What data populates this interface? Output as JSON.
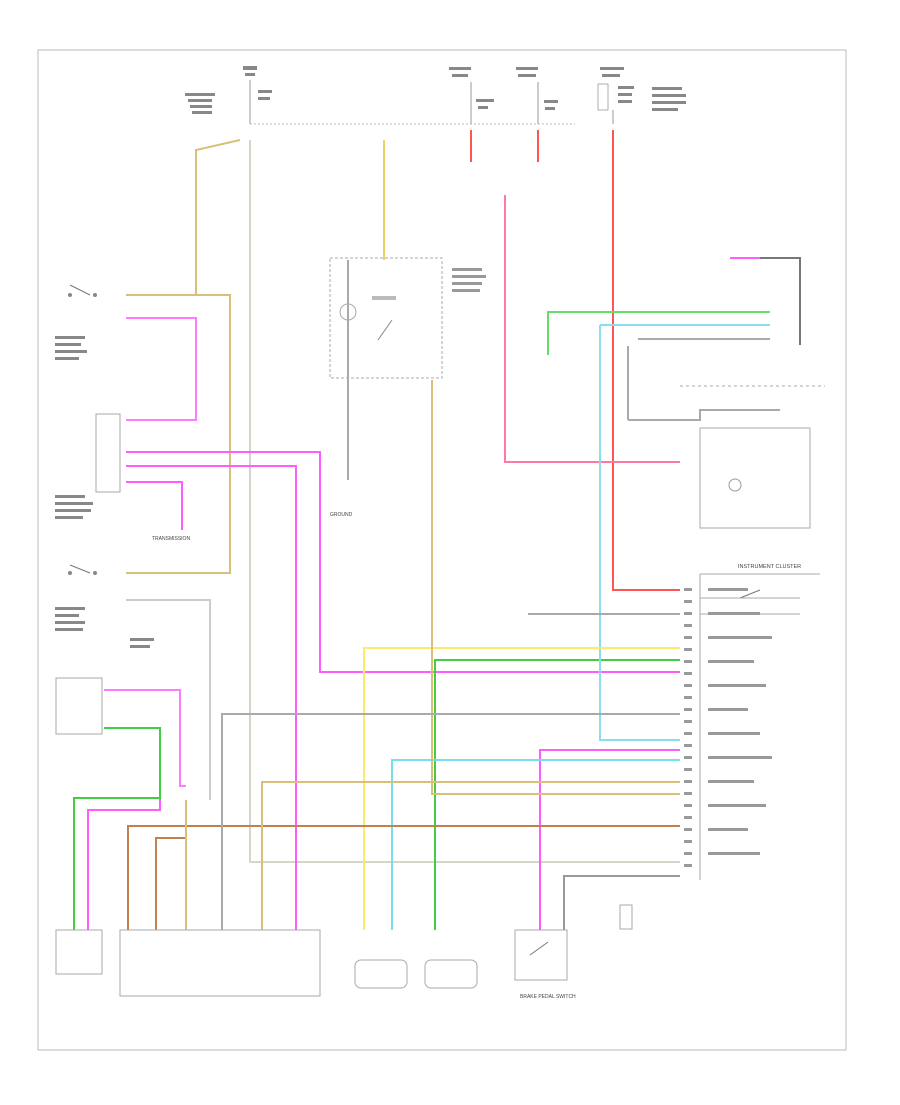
{
  "diagram": {
    "colors": {
      "yellow": "#ffe96b",
      "tan": "#d8c07a",
      "brown": "#b07a4a",
      "pink": "#ff7aa0",
      "magenta": "#ff5cff",
      "red": "#ff3030",
      "green": "#44cc44",
      "cyan": "#77ddee",
      "gray": "#999999",
      "black": "#333333"
    },
    "labels": {
      "cluster": "INSTRUMENT CLUSTER",
      "brake_pedal_switch": "BRAKE PEDAL SWITCH",
      "ground": "GROUND",
      "transmission": "TRANSMISSION"
    },
    "footer": ""
  }
}
